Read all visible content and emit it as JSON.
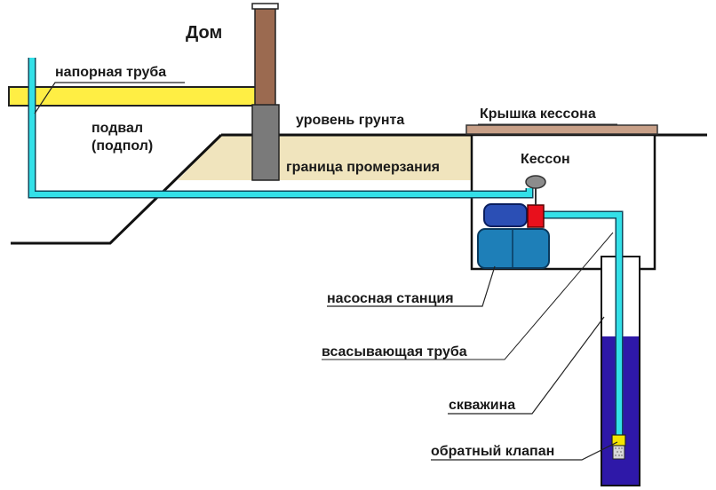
{
  "title": "Дом",
  "labels": {
    "pressure_pipe": "напорная труба",
    "basement": "подвал\n(подпол)",
    "ground_level": "уровень грунта",
    "freezing_boundary": "граница промерзания",
    "caisson_lid": "Крышка кессона",
    "caisson": "Кессон",
    "pump_station": "насосная станция",
    "suction_pipe": "всасывающая труба",
    "well": "скважина",
    "check_valve": "обратный клапан"
  },
  "colors": {
    "pipe": "#33e0e8",
    "house_wall_band": "#ffee44",
    "freezing_zone": "#f0e4bd",
    "chimney": "#9b6a50",
    "column": "#7a7a7a",
    "lid": "#c8a088",
    "water": "#2e18a8",
    "pump_blue": "#1e7fb8",
    "motor_blue": "#2b4fb5",
    "relay_red": "#e8101c",
    "valve_yellow": "#f4e400"
  }
}
